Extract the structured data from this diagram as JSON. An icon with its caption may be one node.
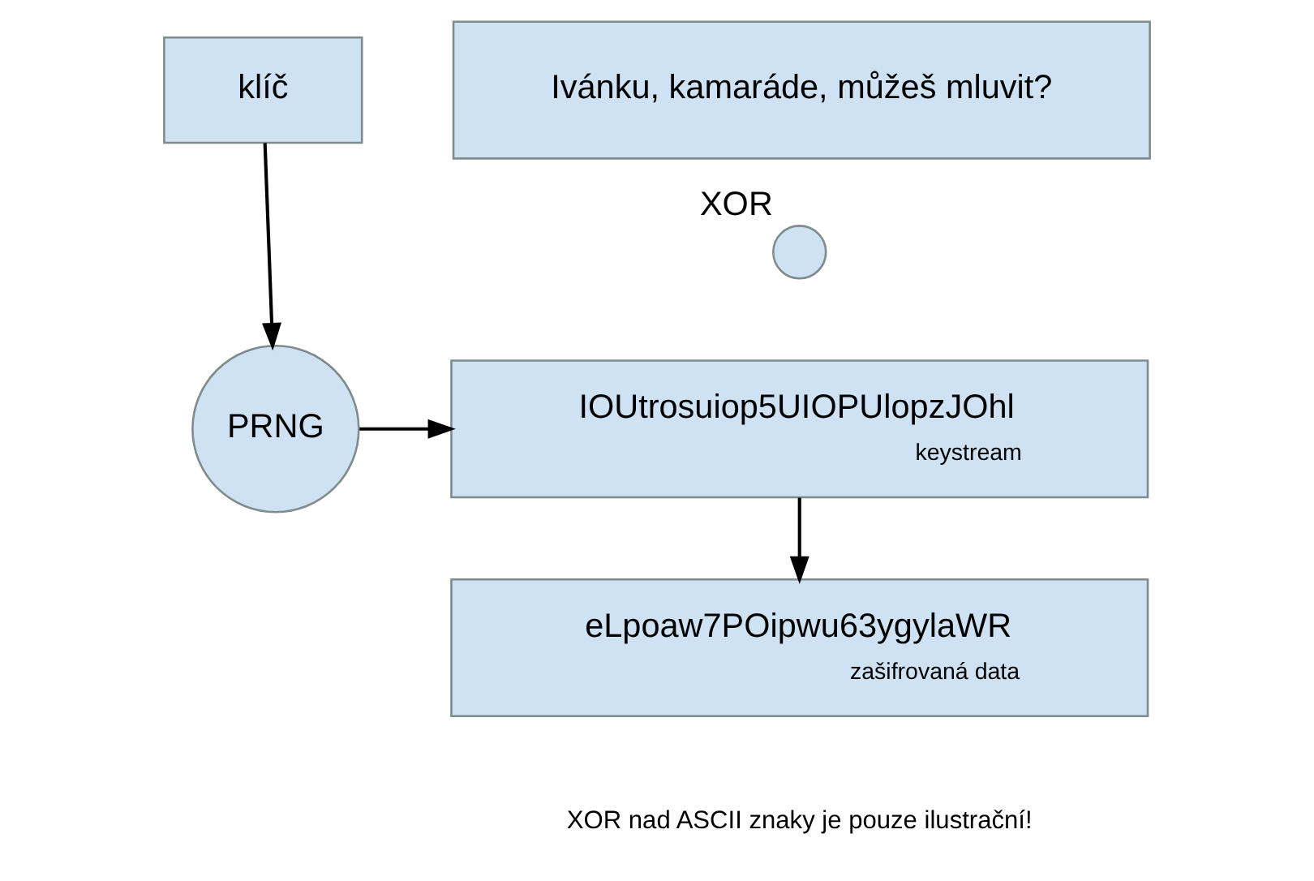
{
  "diagram": {
    "nodes": [
      {
        "text": [
          "klíč"
        ]
      },
      {
        "text": [
          "Ivánku, kamaráde, můžeš mluvit?"
        ]
      },
      {
        "text": [],
        "shape": "circle",
        "beside": [
          "XOR"
        ]
      },
      {
        "text": [
          "PRNG"
        ]
      },
      {
        "text": [
          "IOUtrosuiop5UIOPUlopzJOhl",
          "keystream"
        ]
      },
      {
        "text": [
          "eLpoaw7POipwu63ygylaWR",
          "zašifrovaná data"
        ]
      }
    ],
    "edges": [
      {
        "from": 0,
        "to": 3,
        "arrow": "to"
      },
      {
        "from": 3,
        "to": 4,
        "arrow": "to"
      },
      {
        "from": 4,
        "to": 5,
        "arrow": "to"
      }
    ],
    "labels": [
      "XOR nad ASCII znaky je pouze ilustrační!"
    ]
  }
}
